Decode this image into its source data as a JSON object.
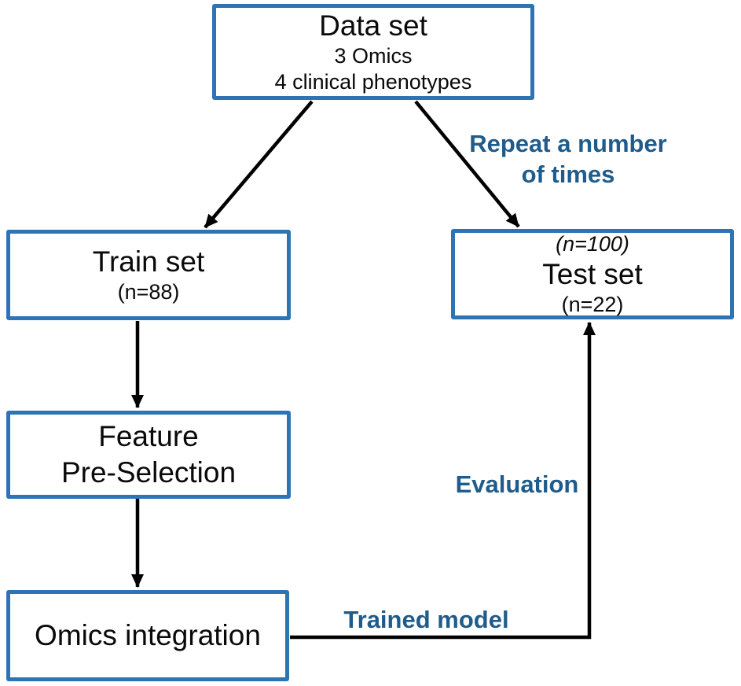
{
  "figure": {
    "background": "#ffffff",
    "colors": {
      "box_border": "#2E74B5",
      "annotation_text": "#1F5C8B",
      "arrow": "#000000",
      "box_text": "#0a0a0a"
    }
  },
  "boxes": {
    "data_set": {
      "title": "Data set",
      "detail1": "3 Omics",
      "detail2": "4 clinical phenotypes"
    },
    "train_set": {
      "title": "Train set",
      "count": "(n=88)"
    },
    "test_set": {
      "iterations": "(n=100)",
      "title": "Test set",
      "count": "(n=22)"
    },
    "feature_preselection": {
      "line1": "Feature",
      "line2": "Pre-Selection"
    },
    "omics_integration": {
      "title": "Omics integration"
    }
  },
  "labels": {
    "repeat_line1": "Repeat a number",
    "repeat_line2": "of times",
    "evaluation": "Evaluation",
    "trained_model": "Trained model"
  }
}
